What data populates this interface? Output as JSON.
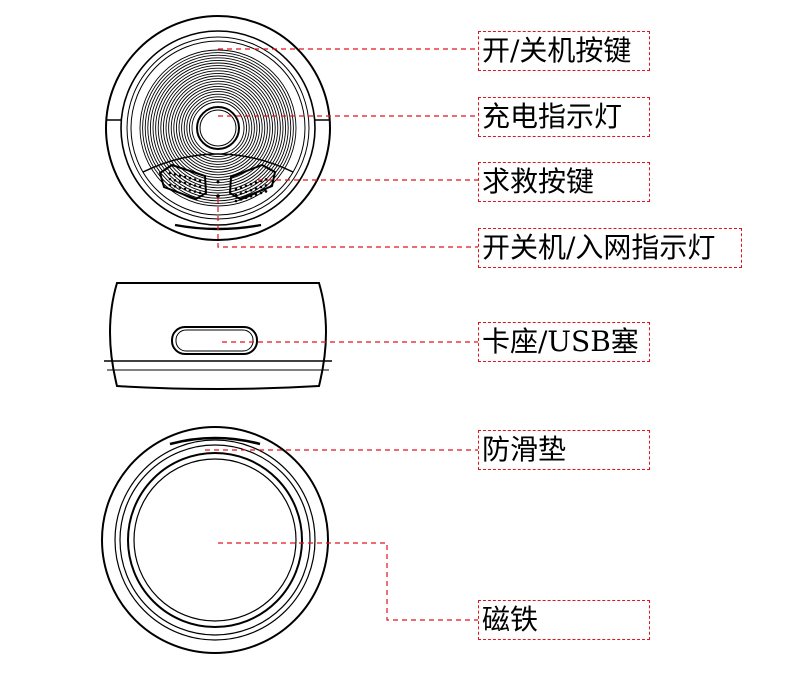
{
  "labels": {
    "power_button": "开/关机按键",
    "charge_led": "充电指示灯",
    "sos_button": "求救按键",
    "network_led": "开关机/入网指示灯",
    "usb_plug": "卡座/USB塞",
    "anti_slip_pad": "防滑垫",
    "magnet": "磁铁"
  },
  "colors": {
    "leader_line": "#e0141e",
    "outline": "#000000"
  }
}
